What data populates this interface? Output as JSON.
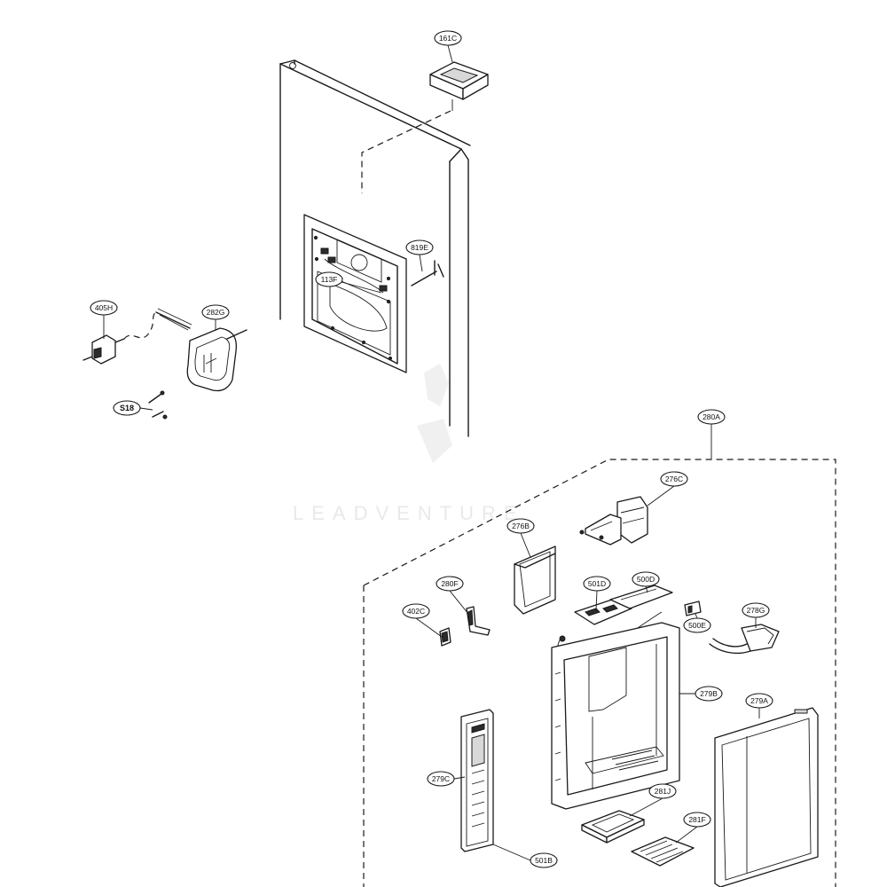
{
  "callouts": [
    {
      "id": "161C",
      "label": "161C"
    },
    {
      "id": "819E",
      "label": "819E"
    },
    {
      "id": "113F",
      "label": "113F"
    },
    {
      "id": "405H",
      "label": "405H"
    },
    {
      "id": "282G",
      "label": "282G"
    },
    {
      "id": "S18",
      "label": "S18"
    },
    {
      "id": "280A",
      "label": "280A"
    },
    {
      "id": "276C",
      "label": "276C"
    },
    {
      "id": "276B",
      "label": "276B"
    },
    {
      "id": "280F",
      "label": "280F"
    },
    {
      "id": "501D",
      "label": "501D"
    },
    {
      "id": "500D",
      "label": "500D"
    },
    {
      "id": "402C",
      "label": "402C"
    },
    {
      "id": "278G",
      "label": "278G"
    },
    {
      "id": "500E",
      "label": "500E"
    },
    {
      "id": "279B",
      "label": "279B"
    },
    {
      "id": "279A",
      "label": "279A"
    },
    {
      "id": "279C",
      "label": "279C"
    },
    {
      "id": "281J",
      "label": "281J"
    },
    {
      "id": "281F",
      "label": "281F"
    },
    {
      "id": "501B",
      "label": "501B"
    }
  ],
  "watermark": "LEADVENTURE",
  "colors": {
    "line": "#1a1a1a",
    "background": "#ffffff",
    "watermark": "#e9e9e9"
  }
}
